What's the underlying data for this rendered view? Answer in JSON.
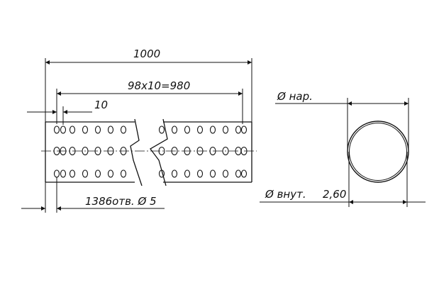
{
  "drawing": {
    "labels": {
      "length_total": "1000",
      "hole_pitch_formula": "98x10=980",
      "hole_pitch": "10",
      "hole_count": "1386отв. Ø 5",
      "outer_diameter": "Ø нар.",
      "inner_diameter": "Ø внут.",
      "wall_thickness": "2,60"
    }
  }
}
